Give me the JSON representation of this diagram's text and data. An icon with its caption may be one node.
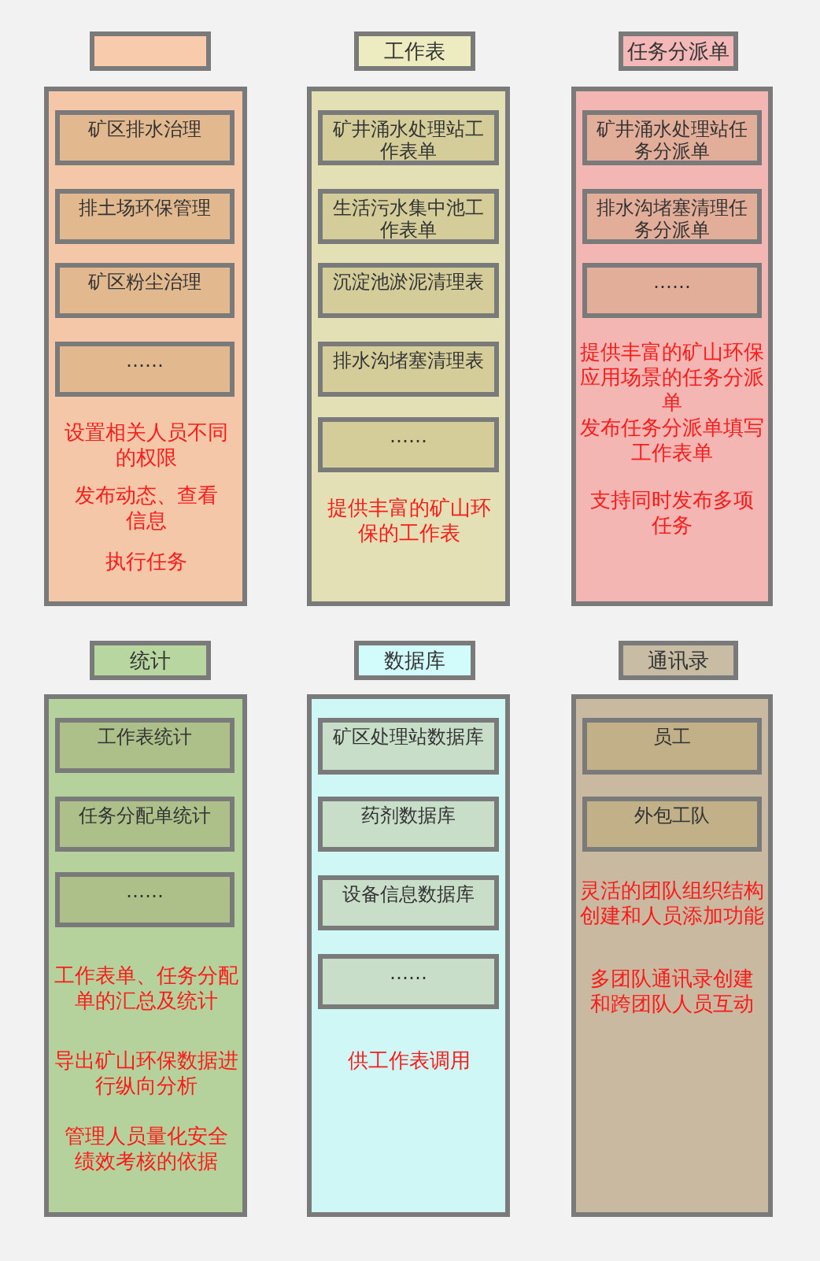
{
  "diagram": {
    "nodes": [
      {
        "text": [],
        "shape": "box"
      },
      {
        "text": [
          "设置相关人员不同的权限",
          "发布动态、查看信息",
          "执行任务"
        ]
      },
      {
        "text": [
          "矿区排水治理"
        ],
        "in": 1
      },
      {
        "text": [
          "排土场环保管理"
        ],
        "in": 1
      },
      {
        "text": [
          "矿区粉尘治理"
        ],
        "in": 1
      },
      {
        "text": [
          "……"
        ],
        "in": 1
      },
      {
        "text": [
          "工作表"
        ]
      },
      {
        "text": [
          "提供丰富的矿山环保的工作表"
        ]
      },
      {
        "text": [
          "矿井涌水处理站工作表单"
        ],
        "in": 7
      },
      {
        "text": [
          "生活污水集中池工作表单"
        ],
        "in": 7
      },
      {
        "text": [
          "沉淀池淤泥清理表"
        ],
        "in": 7
      },
      {
        "text": [
          "排水沟堵塞清理表"
        ],
        "in": 7
      },
      {
        "text": [
          "……"
        ],
        "in": 7
      },
      {
        "text": [
          "任务分派单"
        ]
      },
      {
        "text": [
          "提供丰富的矿山环保应用场景的任务分派单",
          "发布任务分派单填写工作表单",
          "支持同时发布多项任务"
        ]
      },
      {
        "text": [
          "矿井涌水处理站任务分派单"
        ],
        "in": 14
      },
      {
        "text": [
          "排水沟堵塞清理任务分派单"
        ],
        "in": 14
      },
      {
        "text": [
          "……"
        ],
        "in": 14
      },
      {
        "text": [
          "统计"
        ]
      },
      {
        "text": [
          "工作表单、任务分配单的汇总及统计",
          "导出矿山环保数据进行纵向分析",
          "管理人员量化安全绩效考核的依据"
        ]
      },
      {
        "text": [
          "工作表统计"
        ],
        "in": 19
      },
      {
        "text": [
          "任务分配单统计"
        ],
        "in": 19
      },
      {
        "text": [
          "……"
        ],
        "in": 19
      },
      {
        "text": [
          "数据库"
        ]
      },
      {
        "text": [
          "供工作表调用"
        ]
      },
      {
        "text": [
          "矿区处理站数据库"
        ],
        "in": 24
      },
      {
        "text": [
          "药剂数据库"
        ],
        "in": 24
      },
      {
        "text": [
          "设备信息数据库"
        ],
        "in": 24
      },
      {
        "text": [
          "……"
        ],
        "in": 24
      },
      {
        "text": [
          "通讯录"
        ]
      },
      {
        "text": [
          "灵活的团队组织结构创建和人员添加功能",
          "多团队通讯录创建和跨团队人员互动"
        ]
      },
      {
        "text": [
          "员工"
        ],
        "in": 30
      },
      {
        "text": [
          "外包工队"
        ],
        "in": 30
      }
    ]
  }
}
